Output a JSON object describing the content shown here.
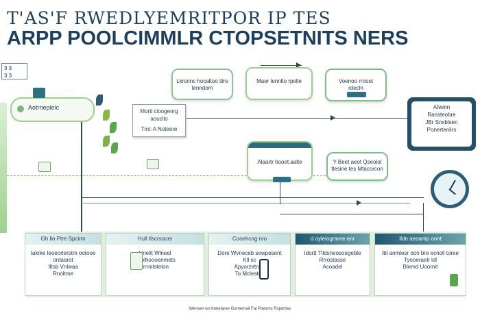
{
  "title": {
    "line1": "T'AS'F RWEDLYEMRITPOR  IP  TES",
    "line2": "ARPP POOLCIMMLR CTOPSETNITS  NERS"
  },
  "badge": {
    "lines": [
      "3 3",
      "3 3"
    ]
  },
  "process_node": {
    "label": "Aotrnepleic"
  },
  "top_cards": [
    {
      "text": "Lkrsnnc hocaltoo tilre lenndom"
    },
    {
      "text": "Maer lennlto rpelle"
    },
    {
      "text": "Voenoo rrnoot\nrdecln"
    }
  ],
  "white_card": {
    "line1": "Morti cioogenrg",
    "line2": "aoucllo",
    "line3": "Tml: A Noteere"
  },
  "dark_card": {
    "lines": [
      "Atwmn",
      "Ransteobre",
      "JBr Snxblsen",
      "Ponertenlirs"
    ]
  },
  "mid_cards": [
    {
      "text": "Alaartr hooet.aalte"
    },
    {
      "text": "Y Beet aeot Qseolol tlesine tes Mtacorcon"
    }
  ],
  "panels": [
    {
      "head": "Gh lin Ptre Spcirm",
      "text": "Iakrke leoeorlerstm ootooe ontaarot\nIItsb Vnlwaa\nRnoitme"
    },
    {
      "head": "Hull tlscrsoors",
      "text": "Hnelit Wlneel\nAbolhoooenmets\nIrrrnitstelon"
    },
    {
      "head": "Cooehcng nro",
      "text": "Dore Wvneceb sewpesent\nKll sc\nApyorzetrcte\nTo Mcleatoc"
    },
    {
      "head": "d oyleiograree enr",
      "text": "Idortt Tlldsneosoogeble\nRrrostasse\nAcoadel"
    },
    {
      "head": "Ildn aeoamp oont",
      "text": "Ibl anmlesr oon bre ecnoll toree\nTyooeraelr ldl\nBlemd Uoornit"
    }
  ],
  "footer": "Wensen ivs bnnelaree Gornemail Fal Poesms Rcpdrlies"
}
